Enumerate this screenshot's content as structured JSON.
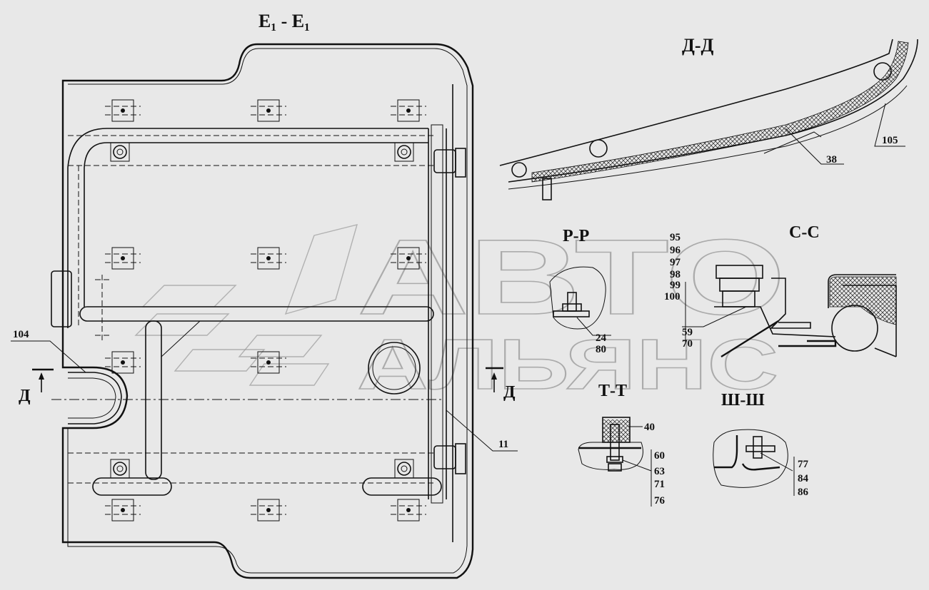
{
  "views": {
    "main": {
      "title": "E₁ - E₁"
    },
    "dd": {
      "title": "Д-Д"
    },
    "pp": {
      "title": "Р-Р"
    },
    "cc": {
      "title": "С-С"
    },
    "tt": {
      "title": "Т-Т"
    },
    "shsh": {
      "title": "Ш-Ш"
    }
  },
  "cut_marks": {
    "left": "Д",
    "right": "Д"
  },
  "callouts": {
    "c104": "104",
    "c11": "11",
    "c38": "38",
    "c105": "105",
    "c95": "95",
    "c96": "96",
    "c97": "97",
    "c98": "98",
    "c99": "99",
    "c100": "100",
    "c24": "24",
    "c80": "80",
    "c59": "59",
    "c70": "70",
    "c40": "40",
    "c60": "60",
    "c63": "63",
    "c71": "71",
    "c76": "76",
    "c77": "77",
    "c84": "84",
    "c86": "86"
  },
  "watermark": {
    "line1": "АВТО",
    "line2": "АЛЬЯНС"
  },
  "colors": {
    "background": "#e8e8e8",
    "ink": "#111111",
    "watermark": "#8c8c8c"
  }
}
